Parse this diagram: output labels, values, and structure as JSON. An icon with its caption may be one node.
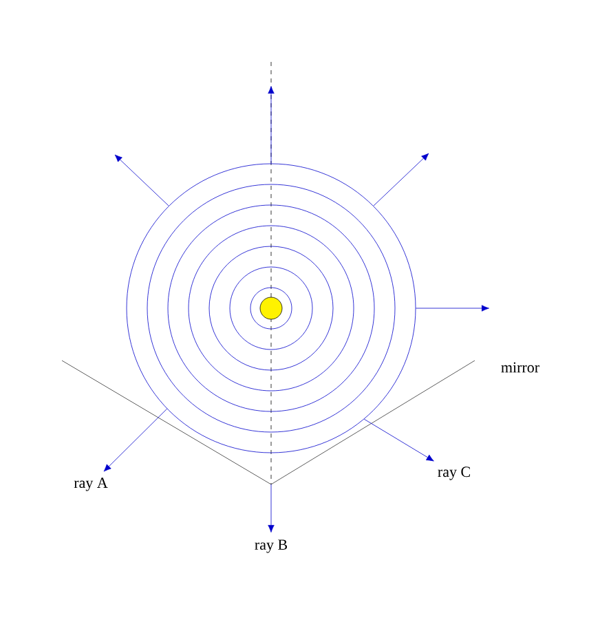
{
  "diagram": {
    "nodes": [
      {
        "text": [],
        "shape": "circle"
      },
      {
        "text": [
          "ray A"
        ]
      },
      {
        "text": [
          "ray B"
        ]
      },
      {
        "text": [
          "ray C"
        ]
      }
    ],
    "edges": [
      {
        "from": 0,
        "to": null,
        "arrow": "to"
      },
      {
        "from": 0,
        "to": null,
        "arrow": "to"
      },
      {
        "from": 0,
        "to": null,
        "arrow": "to"
      },
      {
        "from": 0,
        "to": null,
        "arrow": "to"
      },
      {
        "from": 0,
        "to": 1,
        "arrow": "to"
      },
      {
        "from": null,
        "to": 2,
        "arrow": "to"
      },
      {
        "from": 0,
        "to": 3,
        "arrow": "to"
      }
    ],
    "labels": [
      "mirror"
    ]
  }
}
